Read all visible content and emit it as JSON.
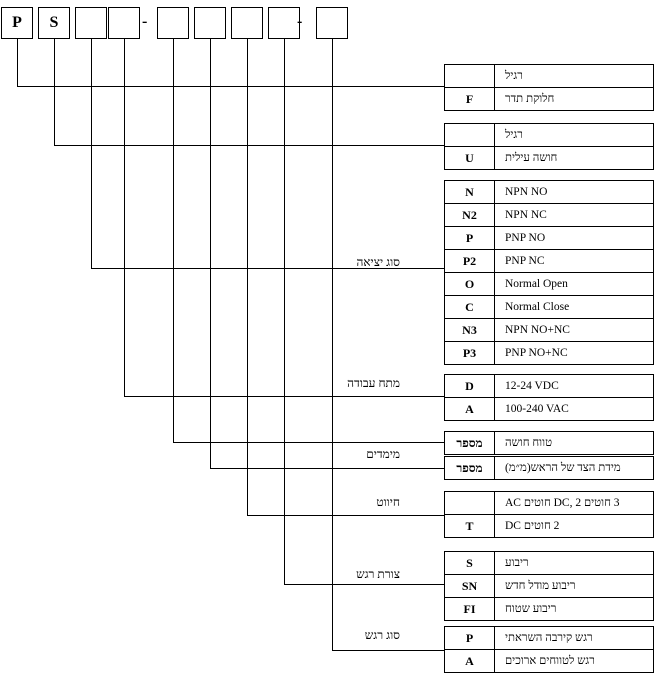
{
  "code_boxes": [
    "P",
    "S",
    "",
    "",
    "",
    "",
    "",
    "",
    ""
  ],
  "dashes": [
    "-",
    "-"
  ],
  "groups": [
    {
      "label": "",
      "rows": [
        {
          "code": "",
          "desc": "רגיל"
        },
        {
          "code": "F",
          "desc": "חלוקת תדר"
        }
      ]
    },
    {
      "label": "",
      "rows": [
        {
          "code": "",
          "desc": "רגיל"
        },
        {
          "code": "U",
          "desc": "חושה עילית"
        }
      ]
    },
    {
      "label": "סוג יציאה",
      "rows": [
        {
          "code": "N",
          "desc": "NPN NO"
        },
        {
          "code": "N2",
          "desc": "NPN NC"
        },
        {
          "code": "P",
          "desc": "PNP NO"
        },
        {
          "code": "P2",
          "desc": "PNP NC"
        },
        {
          "code": "O",
          "desc": "Normal Open"
        },
        {
          "code": "C",
          "desc": "Normal Close"
        },
        {
          "code": "N3",
          "desc": "NPN NO+NC"
        },
        {
          "code": "P3",
          "desc": "PNP NO+NC"
        }
      ]
    },
    {
      "label": "מתח עבודה",
      "rows": [
        {
          "code": "D",
          "desc": "12-24 VDC"
        },
        {
          "code": "A",
          "desc": "100-240 VAC"
        }
      ]
    },
    {
      "label": "",
      "rows": [
        {
          "code": "מספר",
          "desc": "טווח חושה"
        }
      ]
    },
    {
      "label": "מימדים",
      "rows": [
        {
          "code": "מספר",
          "desc": "מידת הצד של הראש(מ״מ)"
        }
      ]
    },
    {
      "label": "חיווט",
      "rows": [
        {
          "code": "",
          "desc": "3 חוטים DC, 2 חוטים AC"
        },
        {
          "code": "T",
          "desc": "2 חוטים DC"
        }
      ]
    },
    {
      "label": "צורת רגש",
      "rows": [
        {
          "code": "S",
          "desc": "ריבוע"
        },
        {
          "code": "SN",
          "desc": "ריבוע מודל חדש"
        },
        {
          "code": "FI",
          "desc": "ריבוע שטוח"
        }
      ]
    },
    {
      "label": "סוג רגש",
      "rows": [
        {
          "code": "P",
          "desc": "רגש קירבה השראתי"
        },
        {
          "code": "A",
          "desc": "רגש לטווחים ארוכים"
        }
      ]
    }
  ]
}
